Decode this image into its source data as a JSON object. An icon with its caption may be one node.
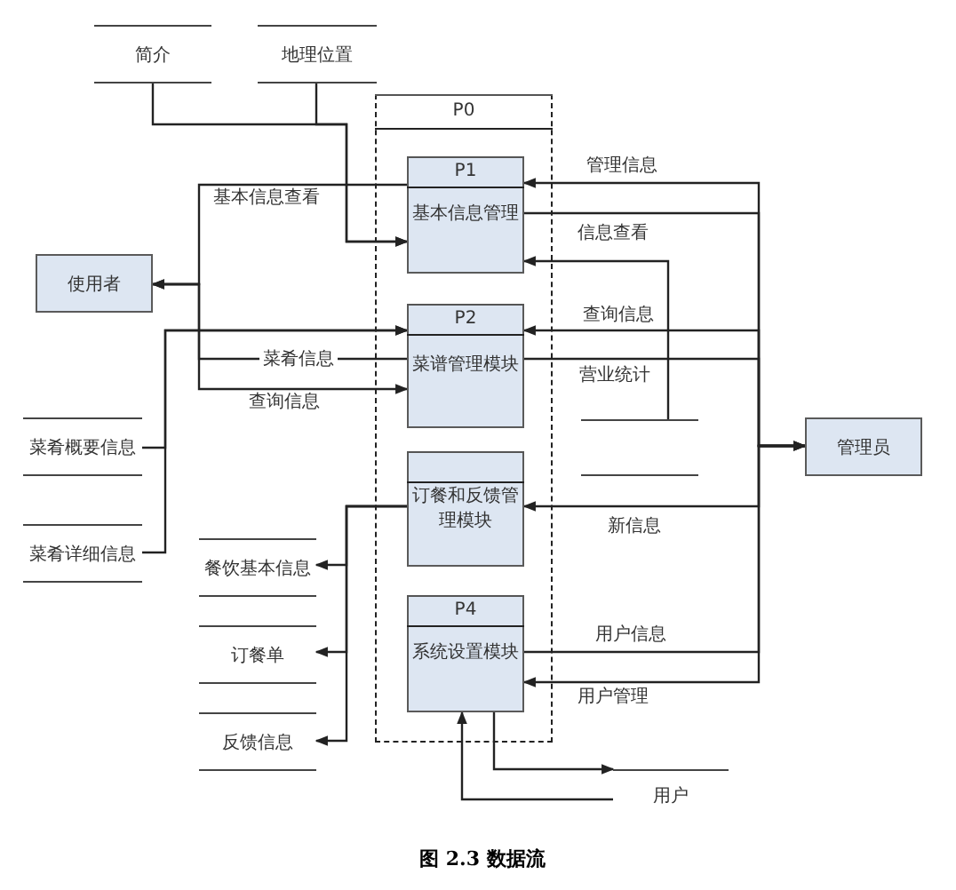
{
  "diagram": {
    "caption": "图 2.3 数据流",
    "nodes": [
      {
        "text": [
          "简介"
        ]
      },
      {
        "text": [
          "地理位置"
        ]
      },
      {
        "text": [
          "P0"
        ]
      },
      {
        "text": [
          "P1",
          "基本信息管理"
        ],
        "in": 2
      },
      {
        "text": [
          "P2",
          "菜谱管理模块"
        ],
        "in": 2
      },
      {
        "text": [
          "订餐和反馈管理模块"
        ],
        "in": 2
      },
      {
        "text": [
          "P4",
          "系统设置模块"
        ],
        "in": 2
      },
      {
        "text": [
          "使用者"
        ]
      },
      {
        "text": [
          "管理员"
        ]
      },
      {
        "text": [
          "菜肴概要信息"
        ]
      },
      {
        "text": [
          "菜肴详细信息"
        ]
      },
      {
        "text": [
          "餐饮基本信息"
        ]
      },
      {
        "text": [
          "订餐单"
        ]
      },
      {
        "text": [
          "反馈信息"
        ]
      },
      {
        "text": [],
        "shape": "bar"
      },
      {
        "text": [
          "用户"
        ]
      }
    ],
    "edges": [
      {
        "from": 0,
        "to": 3,
        "arrow": "to"
      },
      {
        "from": 1,
        "to": 3,
        "arrow": "to"
      },
      {
        "from": 3,
        "to": 7,
        "arrow": "to",
        "label": "基本信息查看"
      },
      {
        "from": 4,
        "to": 7,
        "arrow": "to",
        "label": "菜肴信息"
      },
      {
        "from": 7,
        "to": 4,
        "arrow": "to",
        "label": "查询信息"
      },
      {
        "from": 9,
        "to": 4,
        "arrow": "to"
      },
      {
        "from": 10,
        "to": 4,
        "arrow": "to"
      },
      {
        "from": 8,
        "to": 3,
        "arrow": "to",
        "label": "管理信息"
      },
      {
        "from": 3,
        "to": 8,
        "arrow": "to",
        "label": "信息查看"
      },
      {
        "from": 14,
        "to": 3,
        "arrow": "to"
      },
      {
        "from": 8,
        "to": 4,
        "arrow": "to",
        "label": "查询信息"
      },
      {
        "from": 4,
        "to": 8,
        "arrow": "to",
        "label": "营业统计"
      },
      {
        "from": 8,
        "to": 5,
        "arrow": "to",
        "label": "新信息"
      },
      {
        "from": 6,
        "to": 8,
        "arrow": "to",
        "label": "用户信息"
      },
      {
        "from": 8,
        "to": 6,
        "arrow": "to",
        "label": "用户管理"
      },
      {
        "from": 5,
        "to": 11,
        "arrow": "to"
      },
      {
        "from": 5,
        "to": 12,
        "arrow": "to"
      },
      {
        "from": 5,
        "to": 13,
        "arrow": "to"
      },
      {
        "from": 6,
        "to": 15,
        "arrow": "to"
      },
      {
        "from": 15,
        "to": 6,
        "arrow": "to"
      }
    ]
  }
}
